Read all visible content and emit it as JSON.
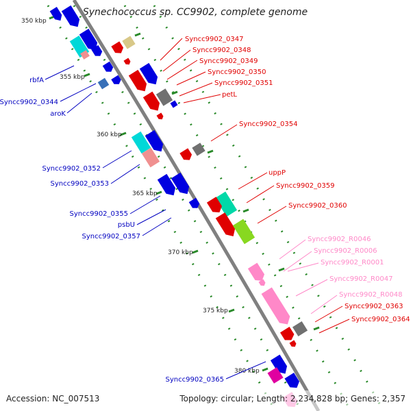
{
  "title": "Synechococcus sp. CC9902, complete genome",
  "accession": "Accession: NC_007513",
  "summary": "Topology: circular; Length: 2,234,828 bp; Genes: 2,357",
  "colors": {
    "backbone": "#808080",
    "forward_label": "#e00000",
    "reverse_label": "#0000c0",
    "rna_label": "#ff88c8",
    "tick": "#2a8a2a"
  },
  "kbp_marks": [
    "350 kbp",
    "355 kbp",
    "360 kbp",
    "365 kbp",
    "370 kbp",
    "375 kbp",
    "380 kbp"
  ],
  "forward_genes": [
    "Syncc9902_0347",
    "Syncc9902_0348",
    "Syncc9902_0349",
    "Syncc9902_0350",
    "Syncc9902_0351",
    "petL",
    "Syncc9902_0354",
    "uppP",
    "Syncc9902_0359",
    "Syncc9902_0360",
    "Syncc9902_0363",
    "Syncc9902_0364"
  ],
  "reverse_genes": [
    "rbfA",
    "Syncc9902_0344",
    "aroK",
    "Syncc9902_0352",
    "Syncc9902_0353",
    "Syncc9902_0355",
    "psbU",
    "Syncc9902_0357",
    "Syncc9902_0365"
  ],
  "rna_genes": [
    "Syncc9902_R0046",
    "Syncc9902_R0006",
    "Syncc9902_R0001",
    "Syncc9902_R0047",
    "Syncc9902_R0048"
  ]
}
